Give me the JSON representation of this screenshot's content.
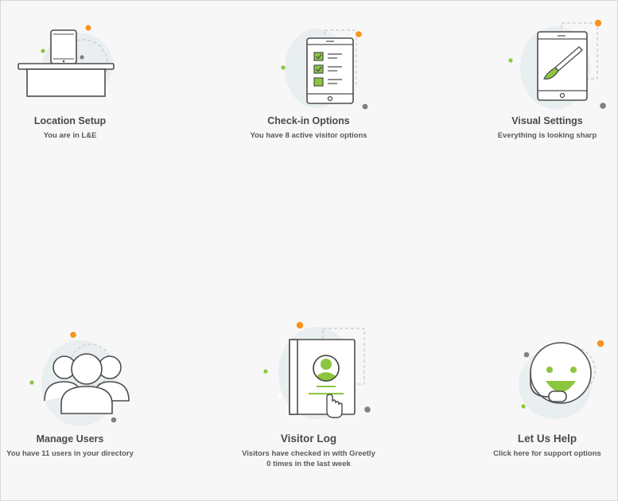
{
  "colors": {
    "accent_green": "#8cc63f",
    "accent_orange": "#f7931e",
    "outline": "#4d4d4d",
    "blob": "#e9eef1",
    "dot_gray": "#808080"
  },
  "cards": [
    {
      "title": "Location Setup",
      "subtitle": "You are in L&E",
      "icon": "desk-phone-icon"
    },
    {
      "title": "Check-in Options",
      "subtitle": "You have 8 active visitor options",
      "icon": "checklist-tablet-icon"
    },
    {
      "title": "Visual Settings",
      "subtitle": "Everything is looking sharp",
      "icon": "paintbrush-tablet-icon"
    },
    {
      "title": "Manage Users",
      "subtitle": "You have 11 users in your directory",
      "icon": "users-group-icon"
    },
    {
      "title": "Visitor Log",
      "subtitle_line1": "Visitors have checked in with Greetly",
      "subtitle_line2": "0 times in the last week",
      "icon": "visitor-log-book-icon"
    },
    {
      "title": "Let Us Help",
      "subtitle": "Click here for support options",
      "icon": "support-headset-icon"
    }
  ]
}
